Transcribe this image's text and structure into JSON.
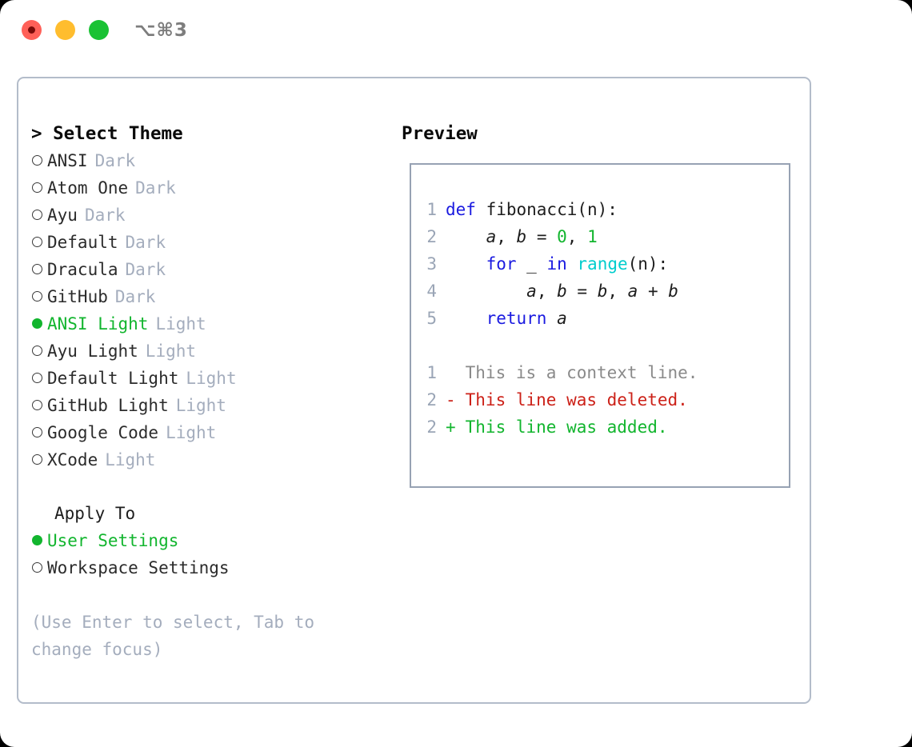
{
  "window": {
    "shortcut_label": "⌥⌘3",
    "traffic_lights": [
      "close",
      "minimize",
      "maximize"
    ],
    "colors": {
      "close": "#ff6058",
      "minimize": "#ffbd2e",
      "maximize": "#1ac234",
      "accent_green": "#12b52e",
      "muted": "#a4adbd",
      "border": "#b3bcca",
      "preview_border": "#97a2b3",
      "keyword_blue": "#1a1ae0",
      "builtin_cyan": "#00cdcd",
      "diff_delete_red": "#cc2118"
    }
  },
  "theme_picker": {
    "header_prefix": ">",
    "header": "Select Theme",
    "items": [
      {
        "name": "ANSI",
        "tag": "Dark",
        "selected": false
      },
      {
        "name": "Atom One",
        "tag": "Dark",
        "selected": false
      },
      {
        "name": "Ayu",
        "tag": "Dark",
        "selected": false
      },
      {
        "name": "Default",
        "tag": "Dark",
        "selected": false
      },
      {
        "name": "Dracula",
        "tag": "Dark",
        "selected": false
      },
      {
        "name": "GitHub",
        "tag": "Dark",
        "selected": false
      },
      {
        "name": "ANSI Light",
        "tag": "Light",
        "selected": true
      },
      {
        "name": "Ayu Light",
        "tag": "Light",
        "selected": false
      },
      {
        "name": "Default Light",
        "tag": "Light",
        "selected": false
      },
      {
        "name": "GitHub Light",
        "tag": "Light",
        "selected": false
      },
      {
        "name": "Google Code",
        "tag": "Light",
        "selected": false
      },
      {
        "name": "XCode",
        "tag": "Light",
        "selected": false
      }
    ]
  },
  "apply_to": {
    "label": "Apply To",
    "options": [
      {
        "name": "User Settings",
        "selected": true
      },
      {
        "name": "Workspace Settings",
        "selected": false
      }
    ]
  },
  "hint": "(Use Enter to select, Tab to change focus)",
  "preview": {
    "header": "Preview",
    "code_lines": [
      {
        "n": "1",
        "tokens": [
          {
            "t": "def ",
            "c": "kw"
          },
          {
            "t": "fibonacci(n):",
            "c": "plain"
          }
        ]
      },
      {
        "n": "2",
        "tokens": [
          {
            "t": "    ",
            "c": "plain"
          },
          {
            "t": "a",
            "c": "var"
          },
          {
            "t": ", ",
            "c": "plain"
          },
          {
            "t": "b",
            "c": "var"
          },
          {
            "t": " = ",
            "c": "plain"
          },
          {
            "t": "0",
            "c": "num"
          },
          {
            "t": ", ",
            "c": "plain"
          },
          {
            "t": "1",
            "c": "num"
          }
        ]
      },
      {
        "n": "3",
        "tokens": [
          {
            "t": "    ",
            "c": "plain"
          },
          {
            "t": "for",
            "c": "kw"
          },
          {
            "t": " _ ",
            "c": "plain"
          },
          {
            "t": "in",
            "c": "kw"
          },
          {
            "t": " ",
            "c": "plain"
          },
          {
            "t": "range",
            "c": "fn"
          },
          {
            "t": "(n):",
            "c": "plain"
          }
        ]
      },
      {
        "n": "4",
        "tokens": [
          {
            "t": "        ",
            "c": "plain"
          },
          {
            "t": "a",
            "c": "var"
          },
          {
            "t": ", ",
            "c": "plain"
          },
          {
            "t": "b",
            "c": "var"
          },
          {
            "t": " = ",
            "c": "plain"
          },
          {
            "t": "b",
            "c": "var"
          },
          {
            "t": ", ",
            "c": "plain"
          },
          {
            "t": "a",
            "c": "var"
          },
          {
            "t": " + ",
            "c": "plain"
          },
          {
            "t": "b",
            "c": "var"
          }
        ]
      },
      {
        "n": "5",
        "tokens": [
          {
            "t": "    ",
            "c": "plain"
          },
          {
            "t": "return",
            "c": "kw"
          },
          {
            "t": " ",
            "c": "plain"
          },
          {
            "t": "a",
            "c": "var"
          }
        ]
      }
    ],
    "diff_lines": [
      {
        "n": "1",
        "mark": " ",
        "text": " This is a context line.",
        "kind": "diff-ctx"
      },
      {
        "n": "2",
        "mark": "-",
        "text": " This line was deleted.",
        "kind": "diff-del"
      },
      {
        "n": "2",
        "mark": "+",
        "text": " This line was added.",
        "kind": "diff-add"
      }
    ]
  }
}
